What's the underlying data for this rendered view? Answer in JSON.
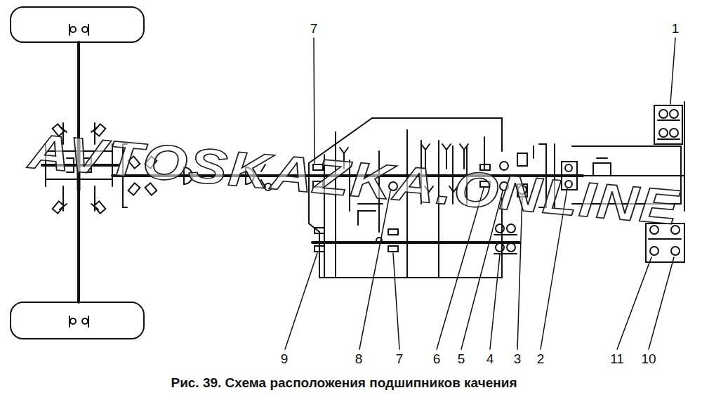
{
  "diagram": {
    "caption": "Рис. 39. Схема расположения подшипников качения",
    "labels": [
      "7",
      "1",
      "AVTOSKAZKA.ONLINE",
      "9",
      "8",
      "7",
      "6",
      "5",
      "4",
      "3",
      "2",
      "11",
      "10"
    ]
  }
}
